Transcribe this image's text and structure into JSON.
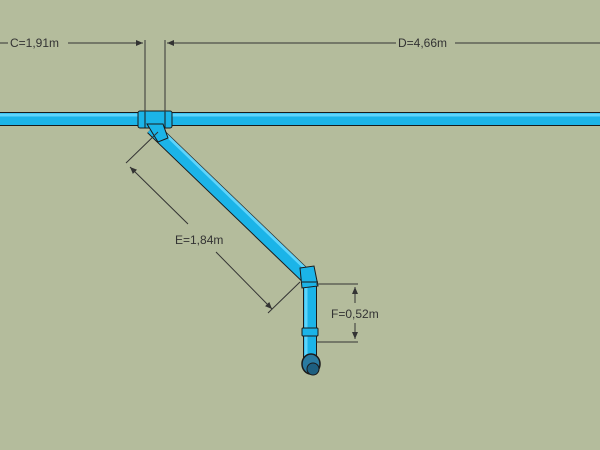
{
  "colors": {
    "background": "#b4bc9c",
    "pipe": "#1bb4e8",
    "pipe_highlight": "#6fdcff",
    "outline": "#1a1a1a",
    "dimension": "#333333",
    "end_cap": "#2a7aa0"
  },
  "dimensions": {
    "c": "C=1,91m",
    "d": "D=4,66m",
    "e": "E=1,84m",
    "f": "F=0,52m"
  }
}
